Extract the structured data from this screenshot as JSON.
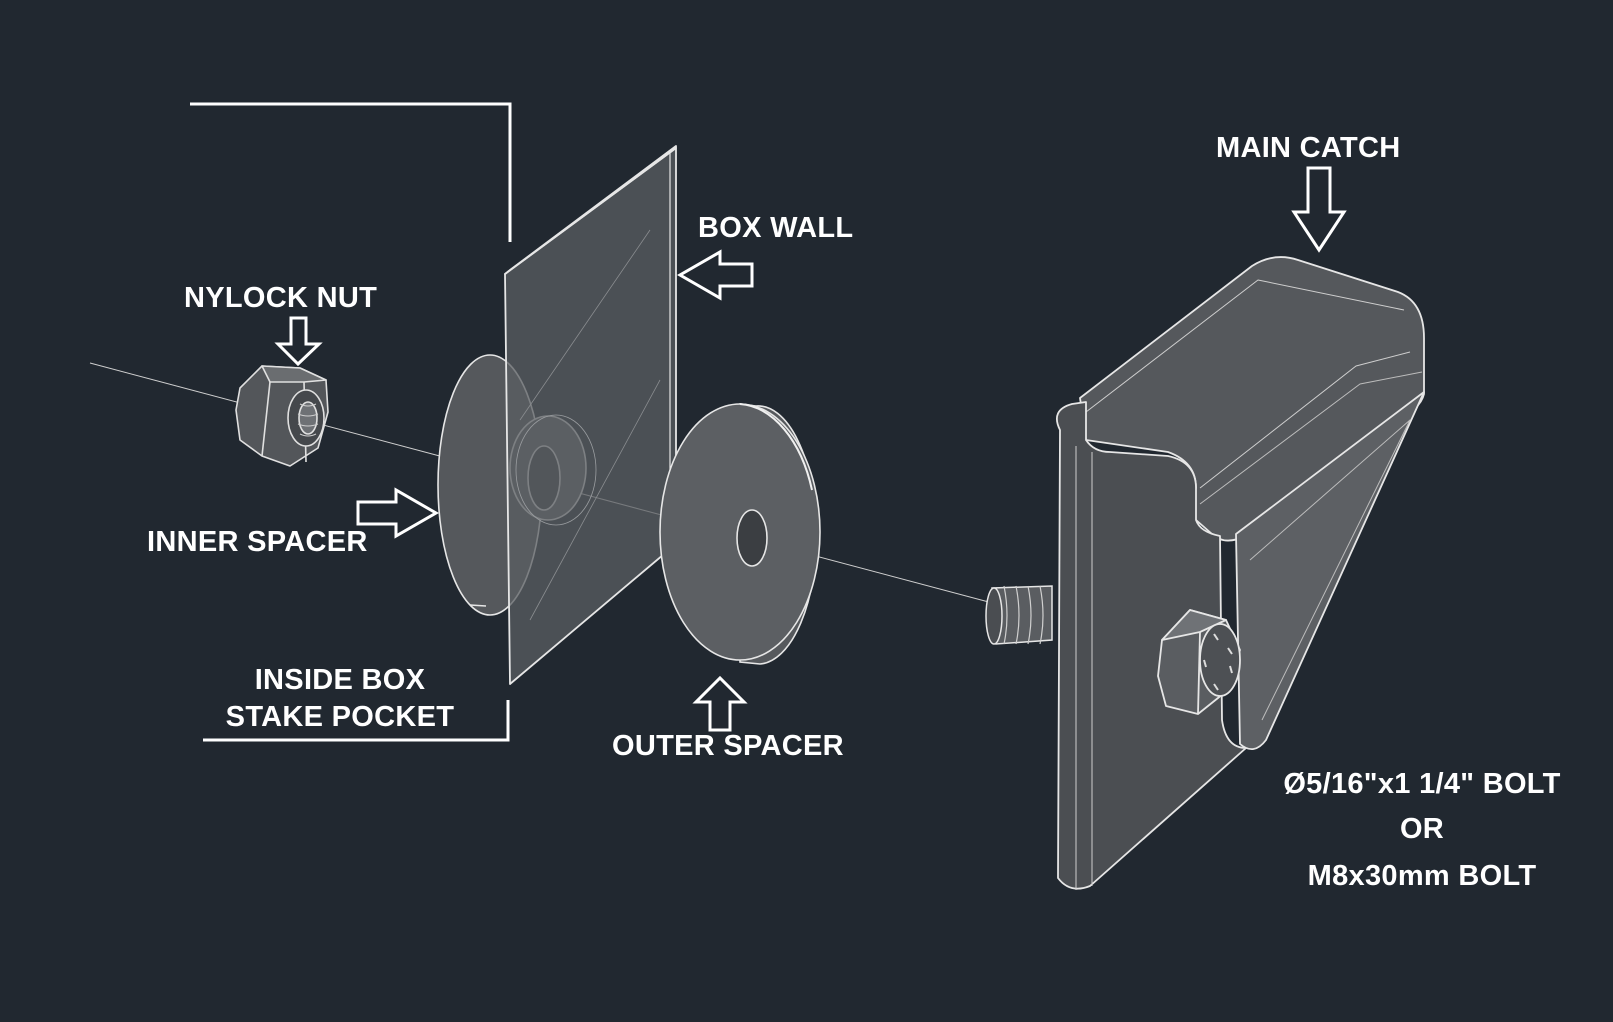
{
  "labels": {
    "nylock_nut": "NYLOCK NUT",
    "box_wall": "BOX WALL",
    "inner_spacer": "INNER SPACER",
    "inside_box_line1": "INSIDE BOX",
    "inside_box_line2": "STAKE POCKET",
    "outer_spacer": "OUTER SPACER",
    "main_catch": "MAIN CATCH",
    "bolt_line1": "Ø5/16\"x1 1/4\" BOLT",
    "bolt_line2": "OR",
    "bolt_line3": "M8x30mm BOLT"
  },
  "colors": {
    "background": "#212830",
    "part_fill": "#4e5154",
    "part_fill_light": "#6b6e71",
    "edge": "#dcdcdc",
    "label": "#ffffff"
  }
}
